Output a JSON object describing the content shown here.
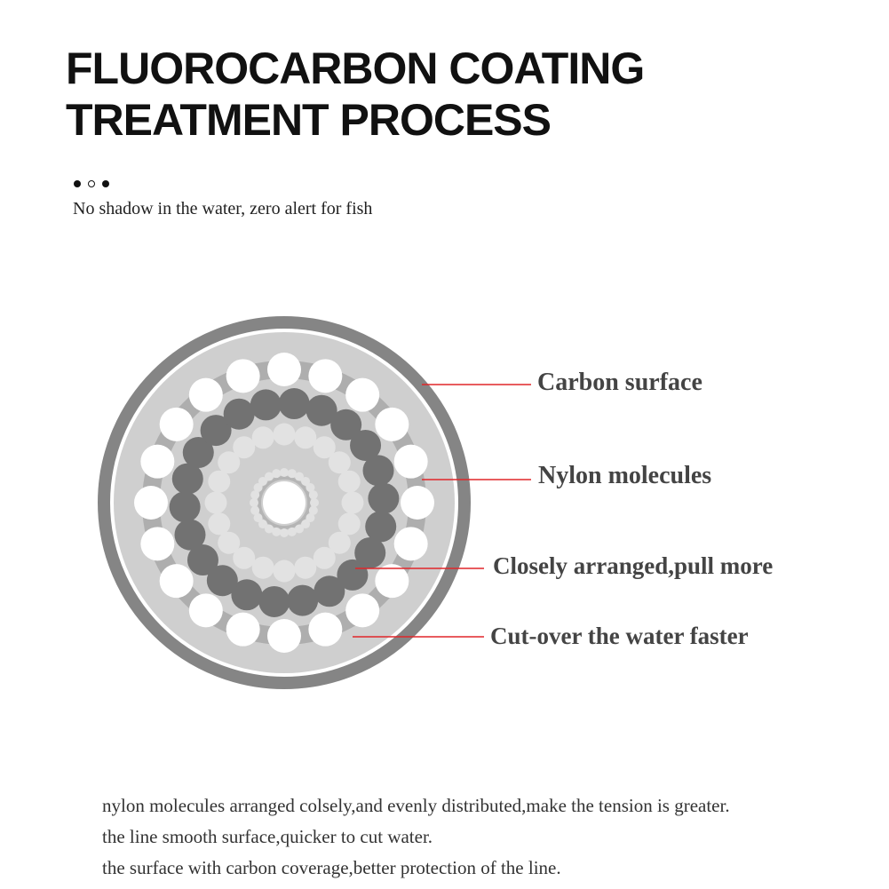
{
  "header": {
    "title_line1": "FLUOROCARBON COATING",
    "title_line2": "TREATMENT PROCESS",
    "subtitle": "No shadow in the water, zero alert for fish"
  },
  "diagram": {
    "labels": [
      "Carbon surface",
      "Nylon molecules",
      "Closely arranged,pull more",
      "Cut-over the water faster"
    ],
    "colors": {
      "outer_ring": "#858585",
      "disc": "#cfcfcf",
      "mid_band": "#aeaeae",
      "nylon": "#ffffff",
      "dense": "#727272",
      "inner": "#e2e2e2",
      "leader": "#e0262a"
    }
  },
  "description": {
    "lines": [
      "nylon molecules arranged colsely,and evenly distributed,make the tension is greater.",
      "the line smooth surface,quicker to cut water.",
      "the surface with carbon coverage,better protection of the line."
    ]
  }
}
